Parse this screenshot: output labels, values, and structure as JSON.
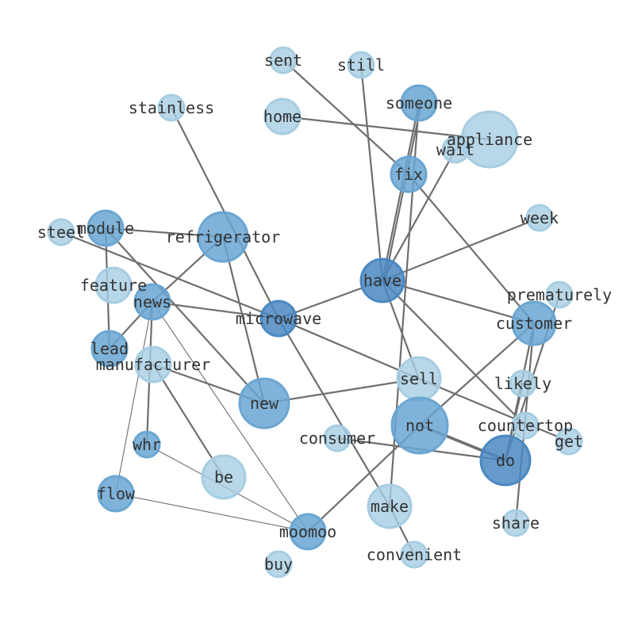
{
  "colors": {
    "light": "#a6cde2",
    "mid": "#6aa6d2",
    "dark": "#4a88c2",
    "edge": "#6e6e6e"
  },
  "nodes": [
    {
      "id": "sent",
      "label": "sent",
      "size": 1,
      "shade": "light"
    },
    {
      "id": "still",
      "label": "still",
      "size": 1,
      "shade": "light"
    },
    {
      "id": "stainless",
      "label": "stainless",
      "size": 1,
      "shade": "light"
    },
    {
      "id": "someone",
      "label": "someone",
      "size": 2,
      "shade": "mid"
    },
    {
      "id": "home",
      "label": "home",
      "size": 2,
      "shade": "light"
    },
    {
      "id": "appliance",
      "label": "appliance",
      "size": 4,
      "shade": "light"
    },
    {
      "id": "wait",
      "label": "wait",
      "size": 1,
      "shade": "light"
    },
    {
      "id": "fix",
      "label": "fix",
      "size": 2,
      "shade": "mid"
    },
    {
      "id": "week",
      "label": "week",
      "size": 1,
      "shade": "light"
    },
    {
      "id": "steel",
      "label": "steel",
      "size": 1,
      "shade": "light"
    },
    {
      "id": "module",
      "label": "module",
      "size": 2,
      "shade": "mid"
    },
    {
      "id": "refrigerator",
      "label": "refrigerator",
      "size": 3.5,
      "shade": "mid"
    },
    {
      "id": "have",
      "label": "have",
      "size": 3,
      "shade": "dark"
    },
    {
      "id": "feature",
      "label": "feature",
      "size": 2,
      "shade": "light"
    },
    {
      "id": "news",
      "label": "news",
      "size": 2,
      "shade": "mid"
    },
    {
      "id": "microwave",
      "label": "microwave",
      "size": 2,
      "shade": "dark"
    },
    {
      "id": "prematurely",
      "label": "prematurely",
      "size": 1,
      "shade": "light"
    },
    {
      "id": "customer",
      "label": "customer",
      "size": 3,
      "shade": "mid"
    },
    {
      "id": "lead",
      "label": "lead",
      "size": 2,
      "shade": "mid"
    },
    {
      "id": "manufacturer",
      "label": "manufacturer",
      "size": 2,
      "shade": "light"
    },
    {
      "id": "sell",
      "label": "sell",
      "size": 3,
      "shade": "light"
    },
    {
      "id": "likely",
      "label": "likely",
      "size": 1,
      "shade": "light"
    },
    {
      "id": "new",
      "label": "new",
      "size": 3.5,
      "shade": "mid"
    },
    {
      "id": "not",
      "label": "not",
      "size": 4,
      "shade": "mid"
    },
    {
      "id": "countertop",
      "label": "countertop",
      "size": 1,
      "shade": "light"
    },
    {
      "id": "get",
      "label": "get",
      "size": 1,
      "shade": "light"
    },
    {
      "id": "consumer",
      "label": "consumer",
      "size": 1,
      "shade": "light"
    },
    {
      "id": "whr",
      "label": "whr",
      "size": 1,
      "shade": "mid"
    },
    {
      "id": "do",
      "label": "do",
      "size": 3.5,
      "shade": "dark"
    },
    {
      "id": "be",
      "label": "be",
      "size": 3,
      "shade": "light"
    },
    {
      "id": "flow",
      "label": "flow",
      "size": 2,
      "shade": "mid"
    },
    {
      "id": "make",
      "label": "make",
      "size": 3,
      "shade": "light"
    },
    {
      "id": "moomoo",
      "label": "moomoo",
      "size": 2,
      "shade": "mid"
    },
    {
      "id": "share",
      "label": "share",
      "size": 1,
      "shade": "light"
    },
    {
      "id": "buy",
      "label": "buy",
      "size": 1,
      "shade": "light"
    },
    {
      "id": "convenient",
      "label": "convenient",
      "size": 1,
      "shade": "light"
    }
  ],
  "edges": [
    {
      "source": "sent",
      "target": "fix",
      "weight": 2
    },
    {
      "source": "still",
      "target": "have",
      "weight": 2
    },
    {
      "source": "stainless",
      "target": "microwave",
      "weight": 2
    },
    {
      "source": "someone",
      "target": "have",
      "weight": 2
    },
    {
      "source": "someone",
      "target": "have",
      "weight": 2
    },
    {
      "source": "someone",
      "target": "make",
      "weight": 2
    },
    {
      "source": "home",
      "target": "appliance",
      "weight": 2
    },
    {
      "source": "wait",
      "target": "have",
      "weight": 2
    },
    {
      "source": "fix",
      "target": "customer",
      "weight": 2
    },
    {
      "source": "week",
      "target": "have",
      "weight": 2
    },
    {
      "source": "steel",
      "target": "microwave",
      "weight": 2
    },
    {
      "source": "module",
      "target": "refrigerator",
      "weight": 2
    },
    {
      "source": "module",
      "target": "new",
      "weight": 2
    },
    {
      "source": "module",
      "target": "lead",
      "weight": 2
    },
    {
      "source": "refrigerator",
      "target": "news",
      "weight": 2
    },
    {
      "source": "refrigerator",
      "target": "new",
      "weight": 2
    },
    {
      "source": "have",
      "target": "microwave",
      "weight": 2
    },
    {
      "source": "have",
      "target": "customer",
      "weight": 2
    },
    {
      "source": "have",
      "target": "countertop",
      "weight": 2
    },
    {
      "source": "have",
      "target": "sell",
      "weight": 2
    },
    {
      "source": "news",
      "target": "microwave",
      "weight": 2
    },
    {
      "source": "news",
      "target": "lead",
      "weight": 2
    },
    {
      "source": "news",
      "target": "whr",
      "weight": 2
    },
    {
      "source": "news",
      "target": "flow",
      "weight": 1
    },
    {
      "source": "news",
      "target": "moomoo",
      "weight": 1
    },
    {
      "source": "microwave",
      "target": "sell",
      "weight": 2
    },
    {
      "source": "microwave",
      "target": "make",
      "weight": 2
    },
    {
      "source": "customer",
      "target": "not",
      "weight": 2
    },
    {
      "source": "customer",
      "target": "do",
      "weight": 2
    },
    {
      "source": "customer",
      "target": "share",
      "weight": 2
    },
    {
      "source": "prematurely",
      "target": "do",
      "weight": 2
    },
    {
      "source": "manufacturer",
      "target": "new",
      "weight": 2
    },
    {
      "source": "manufacturer",
      "target": "be",
      "weight": 2
    },
    {
      "source": "sell",
      "target": "new",
      "weight": 2
    },
    {
      "source": "sell",
      "target": "get",
      "weight": 2
    },
    {
      "source": "likely",
      "target": "do",
      "weight": 2
    },
    {
      "source": "not",
      "target": "do",
      "weight": 3
    },
    {
      "source": "not",
      "target": "do",
      "weight": 2
    },
    {
      "source": "not",
      "target": "moomoo",
      "weight": 2
    },
    {
      "source": "consumer",
      "target": "do",
      "weight": 2
    },
    {
      "source": "whr",
      "target": "moomoo",
      "weight": 1
    },
    {
      "source": "flow",
      "target": "moomoo",
      "weight": 1
    },
    {
      "source": "make",
      "target": "convenient",
      "weight": 2
    }
  ]
}
